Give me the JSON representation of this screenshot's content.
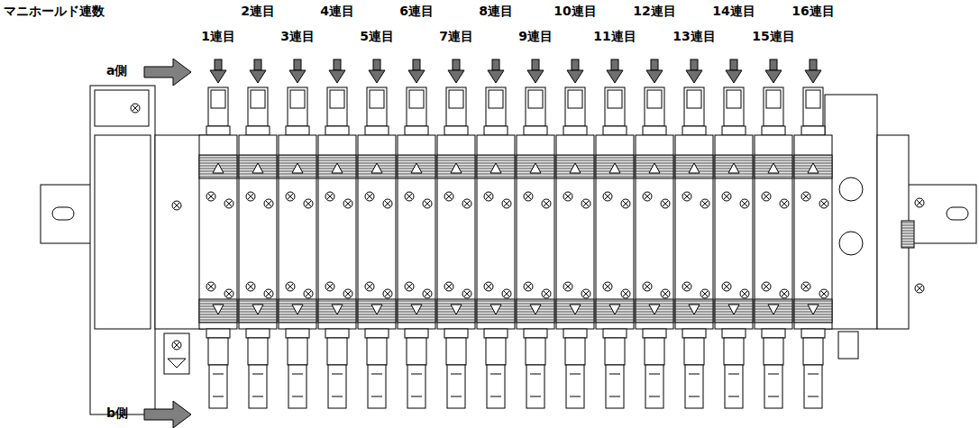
{
  "diagram": {
    "labels": [
      "マニホールド連数",
      "2連目",
      "4連目",
      "6連目",
      "8連目",
      "10連目",
      "12連目",
      "14連目",
      "16連目",
      "1連目",
      "3連目",
      "5連目",
      "7連目",
      "9連目",
      "11連目",
      "13連目",
      "15連目",
      "a側",
      "b側"
    ]
  }
}
